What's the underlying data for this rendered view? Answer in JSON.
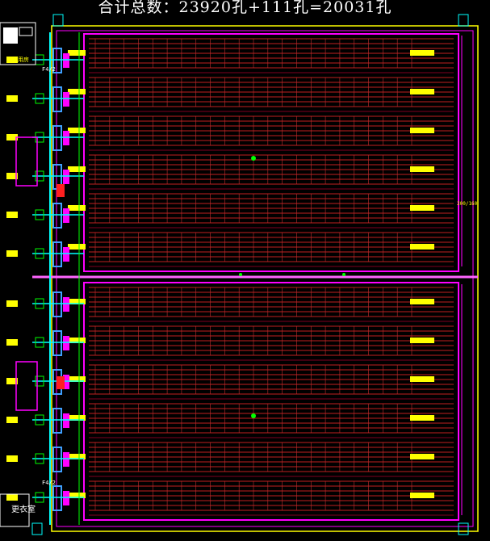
{
  "drawing": {
    "title": "合计总数：23920孔+111孔=20031孔",
    "room_label_top": "管理用房",
    "room_label_bottom": "更衣室",
    "zone_labels": [
      "F4/2",
      "F4/2"
    ],
    "dimension_label": "200/160",
    "colors": {
      "background": "#000000",
      "wall": "#ff00ff",
      "row_line": "#ff2a2a",
      "bay_line": "#c03030",
      "fan_unit": "#ffff00",
      "heating": "#00ffff",
      "pipe": "#3fa0ff",
      "marker": "#00ff00",
      "frame": "#ffff00"
    },
    "layout": {
      "houses": 2,
      "rows_per_house": 6,
      "bays_per_row": 22
    },
    "icons": [
      "fan-unit-icon",
      "heater-icon",
      "pump-icon",
      "tank-icon",
      "valve-icon"
    ]
  }
}
